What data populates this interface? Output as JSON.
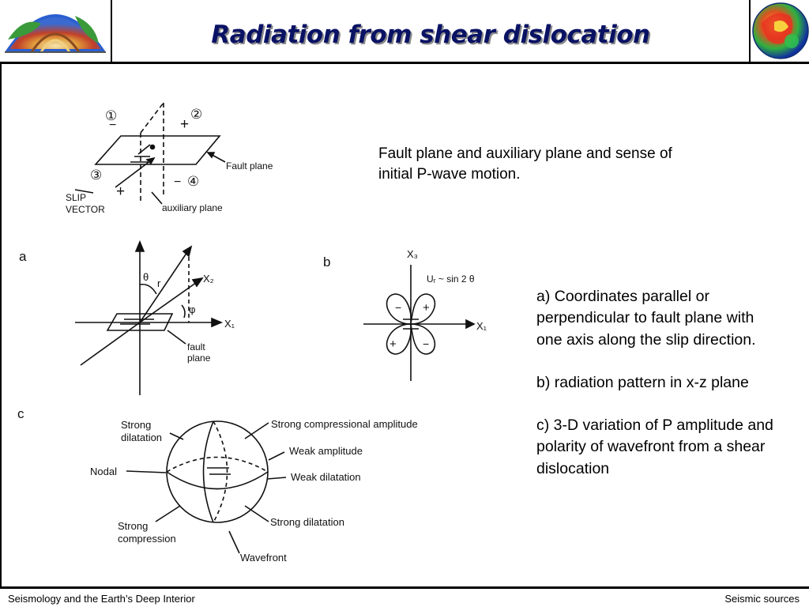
{
  "slide": {
    "title": "Radiation from shear dislocation",
    "caption_top": "Fault plane and auxiliary plane and sense of initial P-wave motion.",
    "caption_a": "a) Coordinates parallel or perpendicular to fault plane with one axis along the slip direction.",
    "caption_b": "b) radiation pattern in x-z plane",
    "caption_c": "c) 3-D variation of P amplitude and polarity of wavefront from a shear dislocation"
  },
  "footer": {
    "left": "Seismology and the Earth’s Deep Interior",
    "right": "Seismic sources"
  },
  "figure": {
    "top": {
      "q1": "①",
      "q2": "②",
      "q3": "③",
      "q4": "④",
      "minus": "−",
      "plus": "+",
      "fault_plane": "Fault plane",
      "slip": "SLIP",
      "vector": "VECTOR",
      "aux_plane": "auxiliary plane"
    },
    "a": {
      "label": "a",
      "theta": "θ",
      "r": "r",
      "phi": "φ",
      "x2": "X₂",
      "x1": "X₁",
      "fault": "fault",
      "plane": "plane"
    },
    "b": {
      "label": "b",
      "x3": "X₃",
      "x1": "X₁",
      "formula": "Uᵣ ~ sin 2 θ",
      "plus": "+",
      "minus": "−"
    },
    "c": {
      "label": "c",
      "strong_dilatation_1": "Strong",
      "strong_dilatation_2": "dilatation",
      "strong_compressional": "Strong  compressional  amplitude",
      "weak_amplitude": "Weak amplitude",
      "nodal": "Nodal",
      "weak_dilatation": "Weak dilatation",
      "strong_compression_1": "Strong",
      "strong_compression_2": "compression",
      "strong_dilatation_lower": "Strong  dilatation",
      "wavefront": "Wavefront"
    }
  },
  "colors": {
    "title": "#0a1264",
    "title_shadow": "#8a8a8a",
    "rule": "#000000"
  },
  "icons": {
    "logo_left": "earth-cutaway-icon",
    "logo_right": "tomography-globe-icon"
  }
}
